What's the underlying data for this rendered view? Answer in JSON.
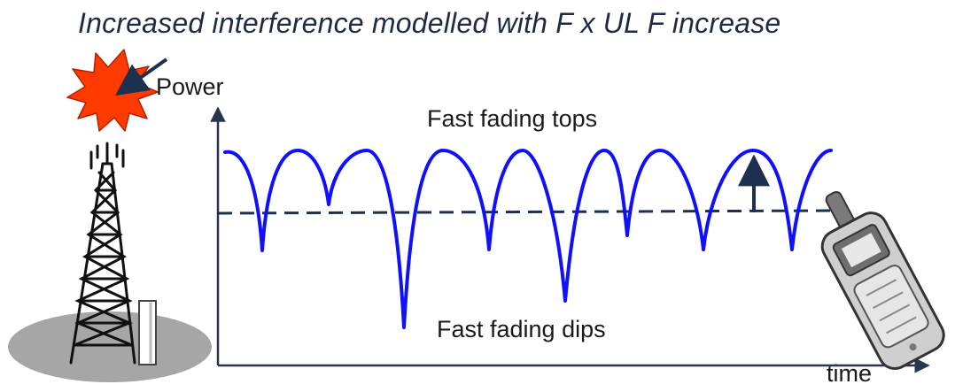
{
  "title": "Increased interference modelled with F x UL F increase",
  "labels": {
    "power": "Power",
    "time": "time",
    "fast_fading_tops": "Fast fading tops",
    "fast_fading_dips": "Fast fading dips"
  },
  "colors": {
    "signal": "#1010ff",
    "threshold": "#1e3050",
    "interference_star": "#ff3a00",
    "title_text": "#1f2a44",
    "axis": "#2a3550",
    "ground": "#a6a6a6"
  },
  "icons": [
    "interference-burst-icon",
    "cell-tower-icon",
    "mobile-phone-icon"
  ]
}
